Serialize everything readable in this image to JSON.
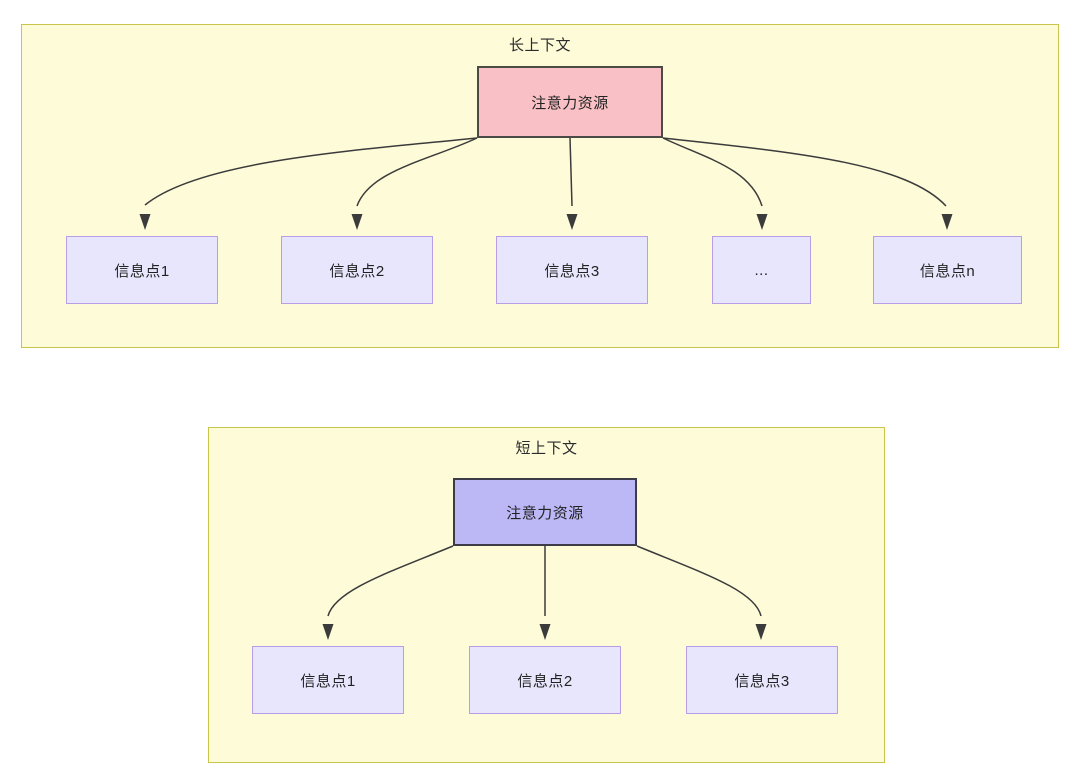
{
  "diagram": {
    "type": "node-link",
    "background": "#ffffff",
    "panel_fill": "#fdfbd8",
    "panel_stroke": "#c9c44a",
    "root_pink_fill": "#f9c0c5",
    "root_blue_fill": "#bcb7f5",
    "leaf_fill": "#e8e6fc",
    "leaf_stroke": "#b79ee5",
    "edge_color": "#3b3b3b",
    "panels": [
      {
        "id": "long-context",
        "title": "长上下文",
        "root": {
          "label": "注意力资源"
        },
        "leaves": [
          {
            "label": "信息点1"
          },
          {
            "label": "信息点2"
          },
          {
            "label": "信息点3"
          },
          {
            "label": "..."
          },
          {
            "label": "信息点n"
          }
        ]
      },
      {
        "id": "short-context",
        "title": "短上下文",
        "root": {
          "label": "注意力资源"
        },
        "leaves": [
          {
            "label": "信息点1"
          },
          {
            "label": "信息点2"
          },
          {
            "label": "信息点3"
          }
        ]
      }
    ]
  }
}
